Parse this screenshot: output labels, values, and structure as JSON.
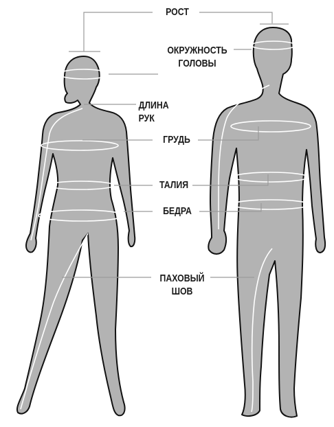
{
  "labels": {
    "height": "РОСТ",
    "head_line1": "ОКРУЖНОСТЬ",
    "head_line2": "ГОЛОВЫ",
    "arm_line1": "ДЛИНА",
    "arm_line2": "РУК",
    "chest": "ГРУДЬ",
    "waist": "ТАЛИЯ",
    "hips": "БЕДРА",
    "inseam_line1": "ПАХОВЫЙ",
    "inseam_line2": "ШОВ"
  },
  "colors": {
    "body_fill": "#b3b3b3",
    "body_outline": "#111111",
    "measure_line": "#ffffff",
    "leader_line": "#9a9a9a"
  }
}
